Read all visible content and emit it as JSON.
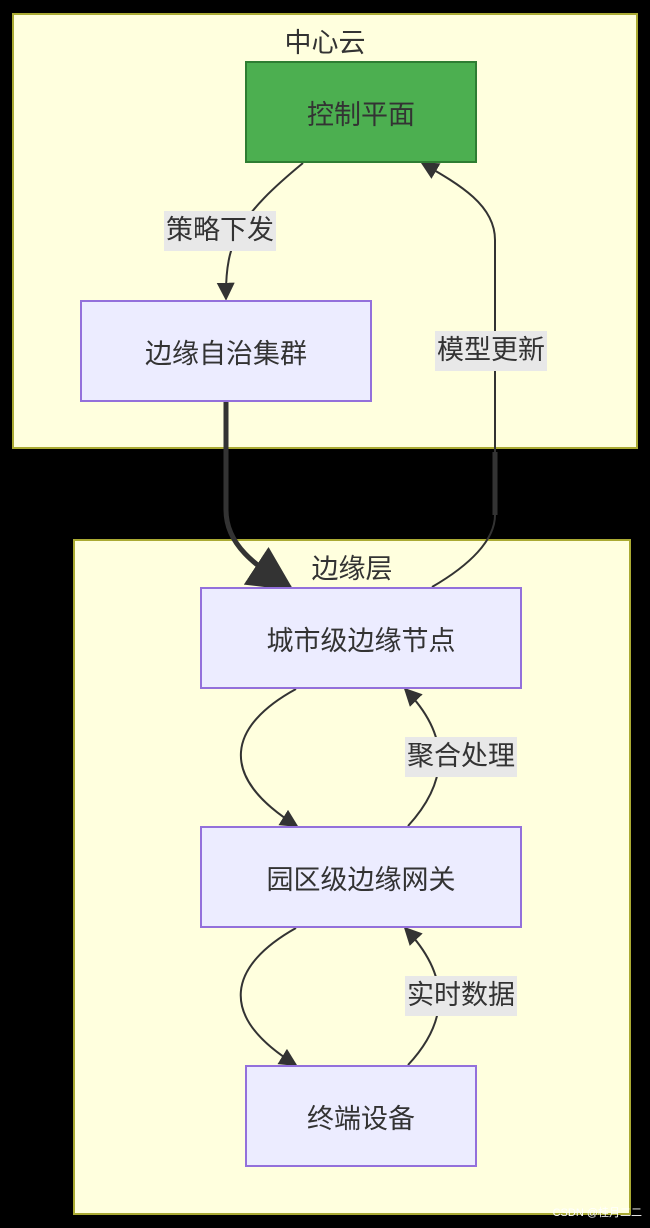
{
  "clusters": {
    "cloud": {
      "title": "中心云"
    },
    "edge": {
      "title": "边缘层"
    }
  },
  "nodes": {
    "control_plane": "控制平面",
    "edge_cluster": "边缘自治集群",
    "city_node": "城市级边缘节点",
    "park_gateway": "园区级边缘网关",
    "terminal": "终端设备"
  },
  "edge_labels": {
    "policy": "策略下发",
    "model_update": "模型更新",
    "aggregate": "聚合处理",
    "realtime": "实时数据"
  },
  "colors": {
    "cluster_fill": "#ffffde",
    "cluster_border": "#aaaa33",
    "node_fill": "#ececff",
    "node_border": "#9370db",
    "highlight_fill": "#4caf50"
  },
  "watermark": "CSDN @桂月二二"
}
